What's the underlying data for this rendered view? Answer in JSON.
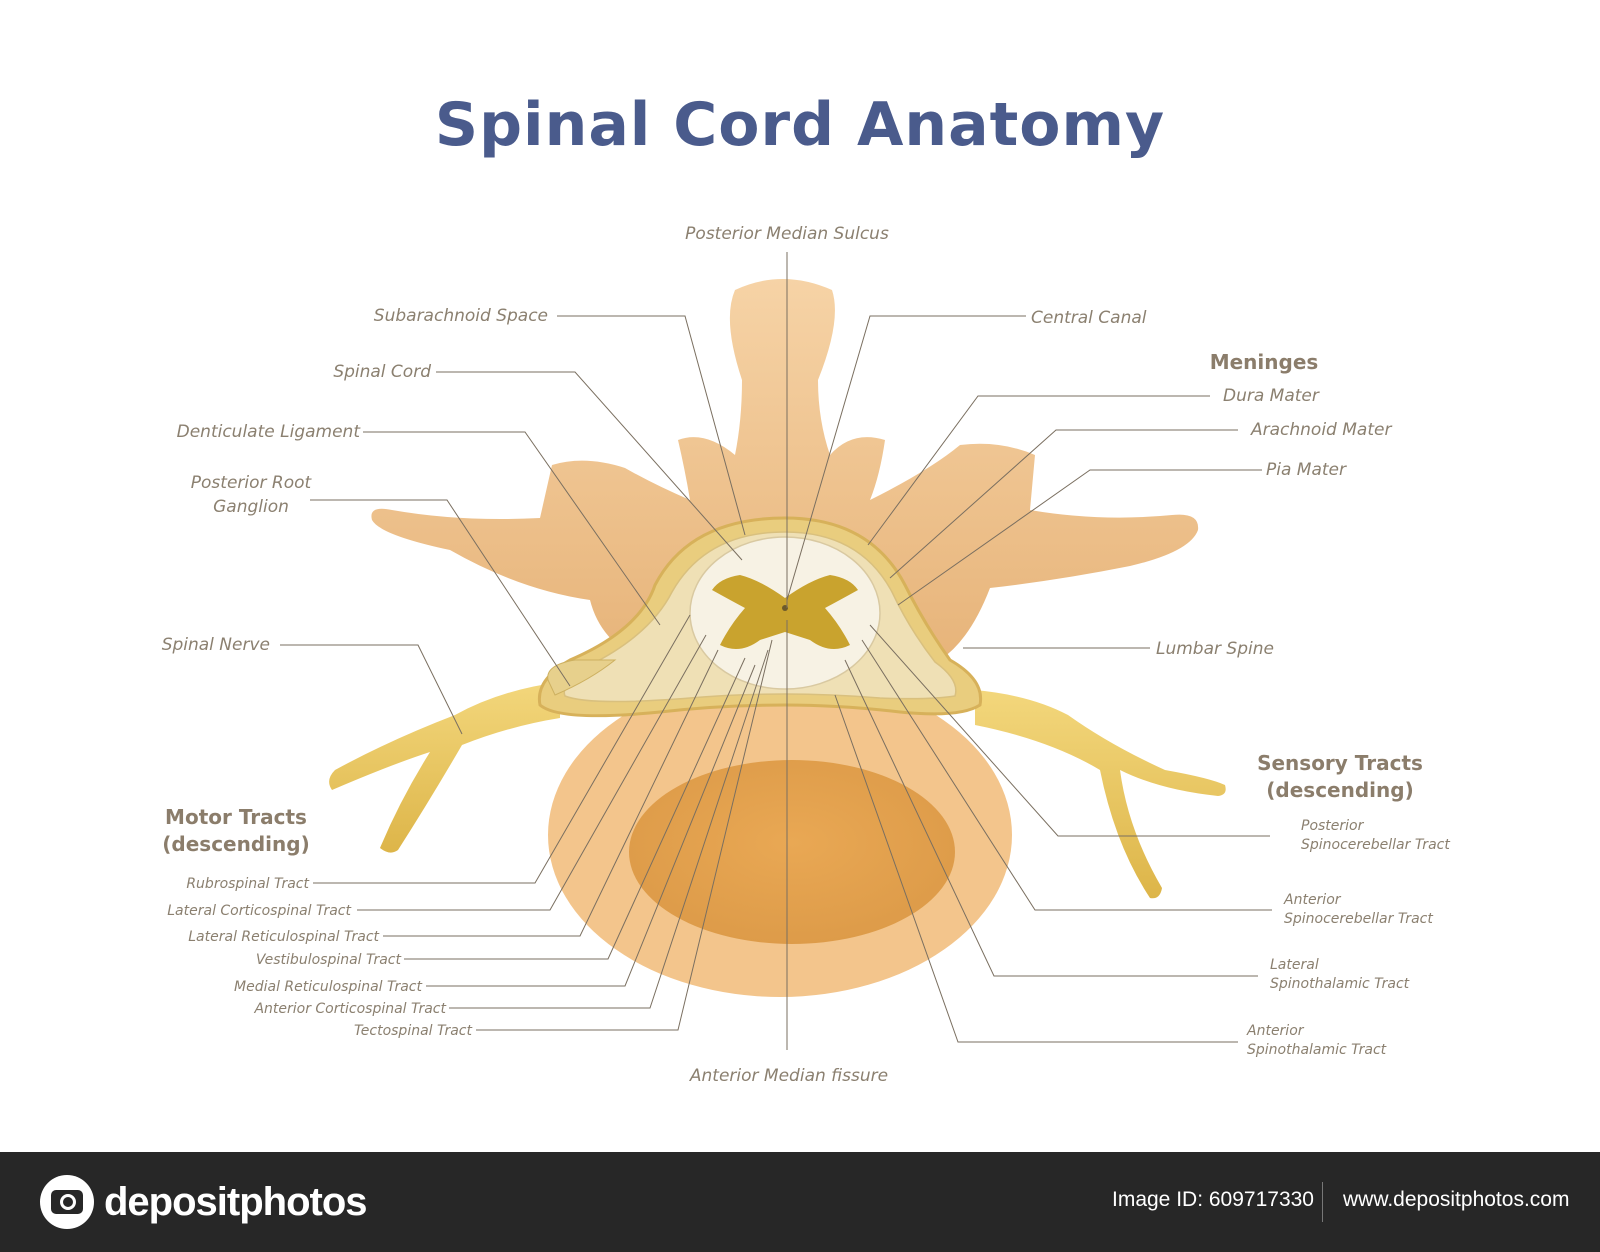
{
  "title": "Spinal Cord Anatomy",
  "labels": {
    "posterior_median_sulcus": "Posterior Median Sulcus",
    "subarachnoid_space": "Subarachnoid Space",
    "central_canal": "Central Canal",
    "spinal_cord": "Spinal Cord",
    "denticulate_ligament": "Denticulate Ligament",
    "posterior_root_ganglion_1": "Posterior Root",
    "posterior_root_ganglion_2": "Ganglion",
    "spinal_nerve": "Spinal Nerve",
    "lumbar_spine": "Lumbar Spine",
    "anterior_median_fissure": "Anterior Median fissure"
  },
  "meninges": {
    "heading": "Meninges",
    "items": [
      "Dura Mater",
      "Arachnoid Mater",
      "Pia Mater"
    ]
  },
  "motor_tracts": {
    "heading_1": "Motor Tracts",
    "heading_2": "(descending)",
    "items": [
      "Rubrospinal Tract",
      "Lateral Corticospinal Tract",
      "Lateral Reticulospinal Tract",
      "Vestibulospinal Tract",
      "Medial Reticulospinal Tract",
      "Anterior Corticospinal Tract",
      "Tectospinal Tract"
    ]
  },
  "sensory_tracts": {
    "heading_1": "Sensory Tracts",
    "heading_2": "(descending)",
    "items": [
      {
        "line1": "Posterior",
        "line2": "Spinocerebellar Tract"
      },
      {
        "line1": "Anterior",
        "line2": "Spinocerebellar Tract"
      },
      {
        "line1": "Lateral",
        "line2": "Spinothalamic Tract"
      },
      {
        "line1": "Anterior",
        "line2": "Spinothalamic Tract"
      }
    ]
  },
  "footer": {
    "brand": "depositphotos",
    "image_id": "Image ID: 609717330",
    "url": "www.depositphotos.com"
  },
  "colors": {
    "title": "#4a5b8c",
    "bone": "#efc48d",
    "nerve": "#e9c45a",
    "label": "#8b8070",
    "footer_bg": "#272727"
  }
}
